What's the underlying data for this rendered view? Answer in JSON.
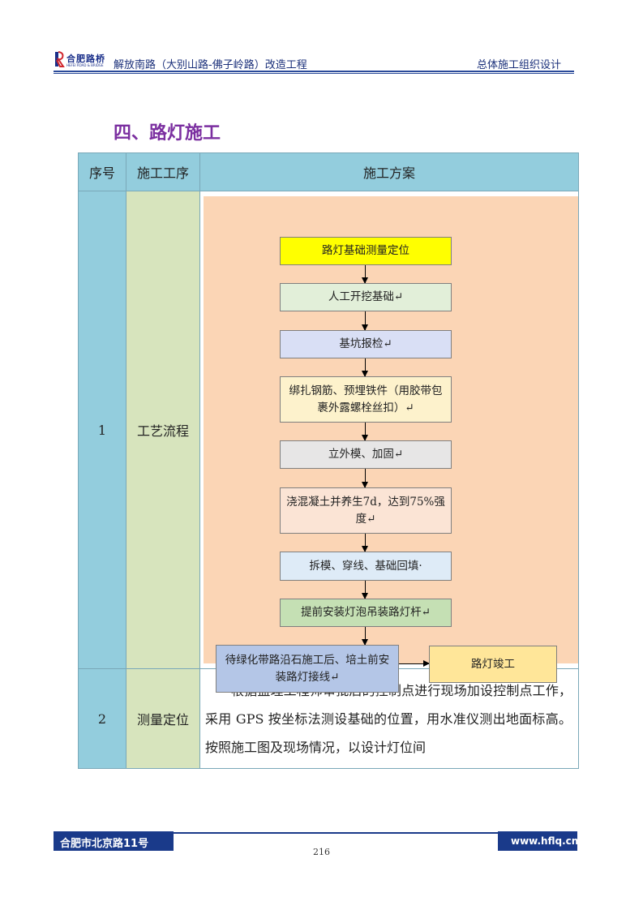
{
  "header": {
    "logo_brand": "合肥路桥",
    "logo_sub": "HEFEI ROAD & BRIDGE",
    "project_title": "解放南路（大别山路-佛子岭路）改造工程",
    "doc_title": "总体施工组织设计"
  },
  "section_title": "四、路灯施工",
  "table": {
    "headers": [
      "序号",
      "施工工序",
      "施工方案"
    ],
    "row1": {
      "seq": "1",
      "process": "工艺流程",
      "flow": {
        "step1": "路灯基础测量定位",
        "step2": "人工开挖基础↵",
        "step3": "基坑报检↵",
        "step4": "绑扎钢筋、预埋铁件（用胶带包裹外露螺栓丝扣）↵",
        "step5": "立外模、加固↵",
        "step6": "浇混凝土并养生7d，达到75%强度↵",
        "step7": "拆模、穿线、基础回填·",
        "step8": "提前安装灯泡吊装路灯杆↵",
        "step9": "待绿化带路沿石施工后、培土前安装路灯接线↵",
        "step10": "路灯竣工"
      },
      "colors": {
        "flow_bg": "#fbd5b5",
        "step1": "#ffff00",
        "step2": "#e2efd9",
        "step3": "#d9dff5",
        "step4": "#fdf2cc",
        "step5": "#e7e6e6",
        "step6": "#fbe4d5",
        "step7": "#deebf7",
        "step8": "#c5e0b4",
        "step9": "#b4c6e7",
        "step10": "#ffe699"
      }
    },
    "row2": {
      "seq": "2",
      "process": "测量定位",
      "text": "根据监理工程师审批后的控制点进行现场加设控制点工作，采用 GPS 按坐标法测设基础的位置，用水准仪测出地面标高。按照施工图及现场情况，以设计灯位间"
    }
  },
  "footer": {
    "address": "合肥市北京路11号",
    "website": "www.hflq.cn",
    "page_number": "216"
  }
}
